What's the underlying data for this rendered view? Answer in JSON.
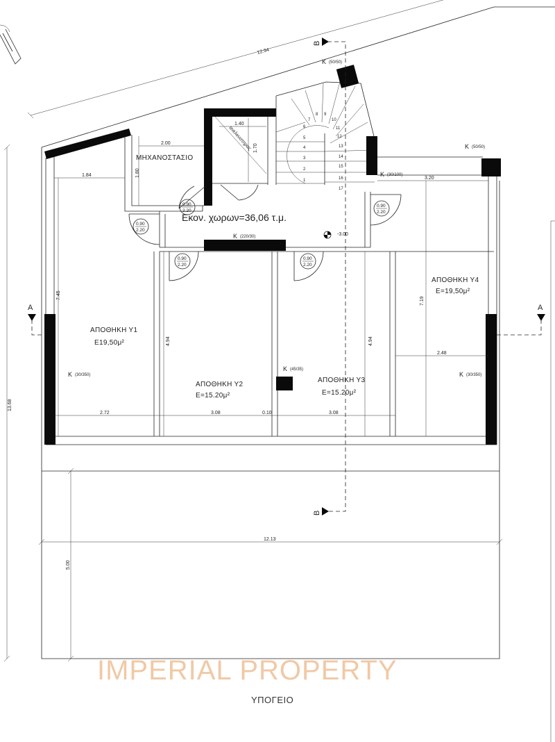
{
  "plan": {
    "caption": "ΥΠΟΓΕΙΟ",
    "watermark": "IMPERIAL PROPERTY",
    "area_note": "Εκον.  χωρων=36,06 τ.μ.",
    "level_mark": "-3.00",
    "rooms": {
      "machine_room": "ΜΗΧΑΝΟΣΤΑΣΙΟ",
      "elevator_label": "ανελκυστηρας",
      "y1": {
        "name": "ΑΠΟΘΗΚΗ  Υ1",
        "area": "Ε19,50μ²"
      },
      "y2": {
        "name": "ΑΠΟΘΗΚΗ  Υ2",
        "area": "Ε=15.20μ²"
      },
      "y3": {
        "name": "ΑΠΟΘΗΚΗ  Υ3",
        "area": "Ε=15.20μ²"
      },
      "y4": {
        "name": "ΑΠΟΘΗΚΗ  Υ4",
        "area": "Ε=19,50μ²"
      }
    },
    "dimensions": {
      "top": "12.94",
      "left_total": "13.68",
      "bottom_width": "12.13",
      "bottom_depth": "5.00",
      "machine_w": "2.00",
      "machine_h": "1.80",
      "elev_w": "1.40",
      "elev_h": "1.70",
      "left_upper": "1.84",
      "left_height": "7.45",
      "right_upper": "3.20",
      "right_height": "7.19",
      "y1_w": "2.72",
      "y2_w": "3.08",
      "wall_gap": "0.10",
      "y3_w": "3.08",
      "y4_w": "2.48",
      "y2_h": "4.94",
      "y3_h": "4.94"
    },
    "columns": {
      "k_marker": "K",
      "c_top": "(50/50)",
      "c_right": "(50/50)",
      "c_stair": "(30/100)",
      "c_mid": "(220/30)",
      "c_left": "(30/350)",
      "c_right2": "(30/350)",
      "c_center": "(45/35)"
    },
    "door_tag": {
      "width": "0.90",
      "height": "2.20"
    },
    "stair_steps": [
      "1",
      "2",
      "3",
      "4",
      "5",
      "6",
      "7",
      "8",
      "9",
      "10",
      "11",
      "12",
      "13",
      "14",
      "15",
      "16",
      "17"
    ],
    "sections": {
      "a": "Α",
      "b": "Β"
    }
  }
}
